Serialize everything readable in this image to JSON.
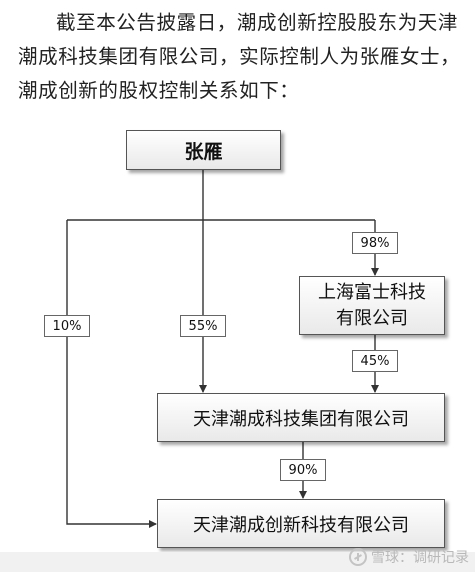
{
  "paragraph": "截至本公告披露日，潮成创新控股股东为天津潮成科技集团有限公司，实际控制人为张雁女士，潮成创新的股权控制关系如下：",
  "diagram": {
    "nodes": {
      "person": "张雁",
      "shanghai": "上海富士科技\n有限公司",
      "group": "天津潮成科技集团有限公司",
      "innovation": "天津潮成创新科技有限公司"
    },
    "edges": {
      "person_to_shanghai": "98%",
      "person_to_innovation": "10%",
      "person_to_group": "55%",
      "shanghai_to_group": "45%",
      "group_to_innovation": "90%"
    }
  },
  "watermark": "雪球：调研记录"
}
